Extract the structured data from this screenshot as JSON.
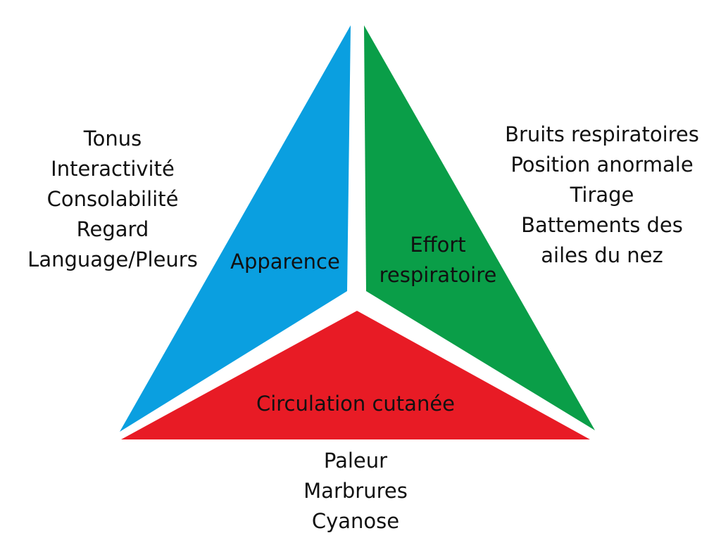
{
  "colors": {
    "appearance": "#0a9fe0",
    "breathing": "#0a9e48",
    "circulation": "#e81b25"
  },
  "sections": {
    "appearance": {
      "label": "Apparence",
      "items": [
        "Tonus",
        "Interactivité",
        "Consolabilité",
        "Regard",
        "Language/Pleurs"
      ]
    },
    "breathing": {
      "label_line1": "Effort",
      "label_line2": "respiratoire",
      "items": [
        "Bruits respiratoires",
        "Position anormale",
        "Tirage",
        "Battements des",
        "ailes du nez"
      ]
    },
    "circulation": {
      "label": "Circulation cutanée",
      "items": [
        "Paleur",
        "Marbrures",
        "Cyanose"
      ]
    }
  }
}
